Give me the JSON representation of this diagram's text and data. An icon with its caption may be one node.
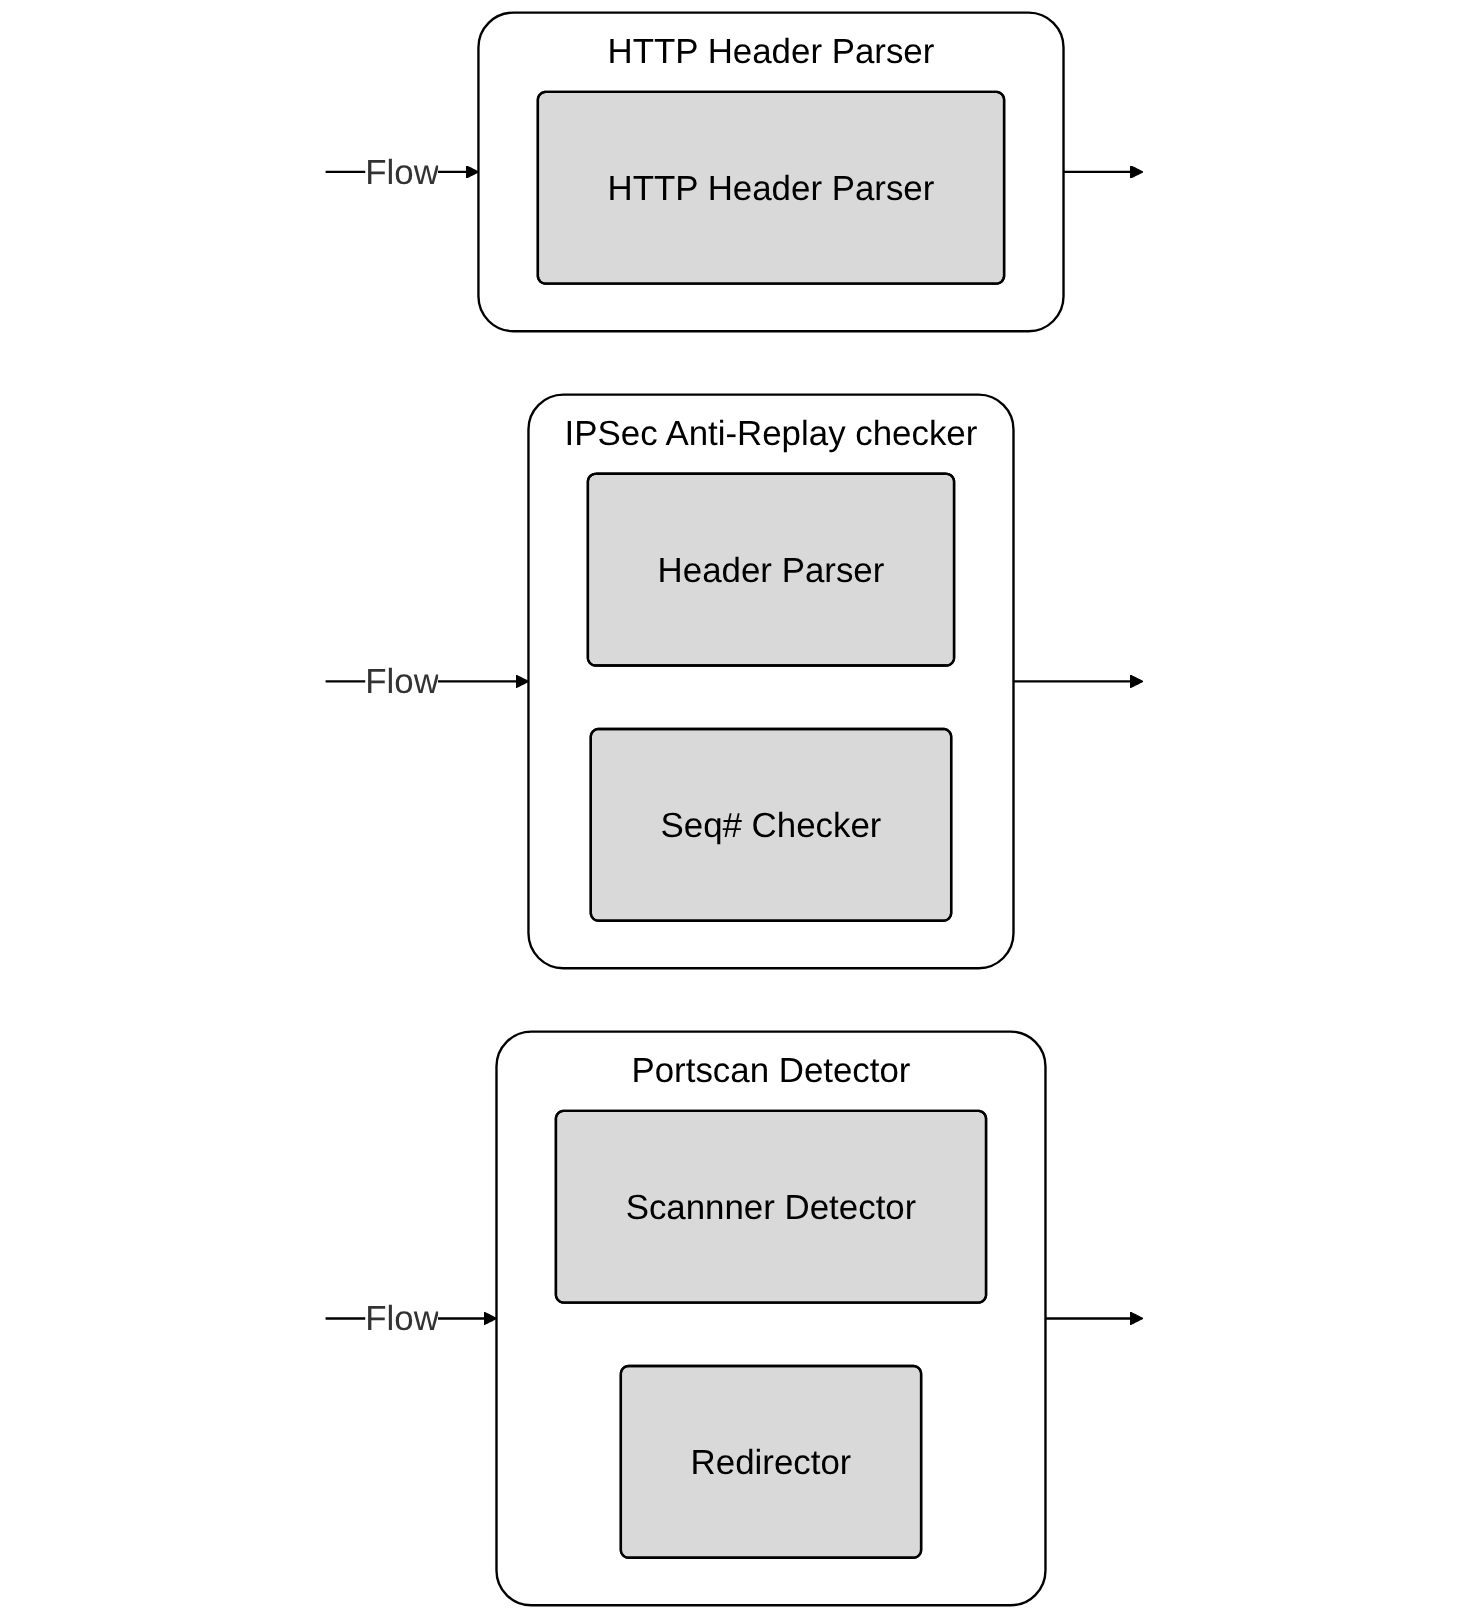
{
  "diagram": {
    "nodes": [
      {
        "text": [
          "HTTP Header Parser"
        ]
      },
      {
        "text": [
          "HTTP Header Parser"
        ],
        "in": 0
      },
      {
        "text": [
          "IPSec Anti-Replay checker"
        ]
      },
      {
        "text": [
          "Header Parser"
        ],
        "in": 2
      },
      {
        "text": [
          "Seq# Checker"
        ],
        "in": 2
      },
      {
        "text": [
          "Portscan Detector"
        ]
      },
      {
        "text": [
          "Scannner Detector"
        ],
        "in": 5
      },
      {
        "text": [
          "Redirector"
        ],
        "in": 5
      }
    ],
    "edges": [
      {
        "from": null,
        "to": 0,
        "arrow": "to",
        "label": "Flow"
      },
      {
        "from": 0,
        "to": null,
        "arrow": "to"
      },
      {
        "from": null,
        "to": 2,
        "arrow": "to",
        "label": "Flow"
      },
      {
        "from": 2,
        "to": null,
        "arrow": "to"
      },
      {
        "from": null,
        "to": 5,
        "arrow": "to",
        "label": "Flow"
      },
      {
        "from": 5,
        "to": null,
        "arrow": "to"
      }
    ]
  }
}
